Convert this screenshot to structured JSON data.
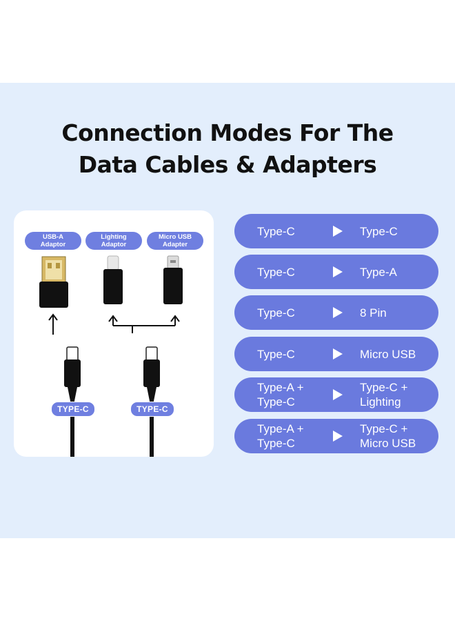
{
  "title": {
    "line1": "Connection Modes For The",
    "line2": "Data Cables & Adapters"
  },
  "adapters": [
    {
      "line1": "USB-A",
      "line2": "Adaptor"
    },
    {
      "line1": "Lighting",
      "line2": "Adaptor"
    },
    {
      "line1": "Micro USB",
      "line2": "Adapter"
    }
  ],
  "cable_labels": [
    "TYPE-C",
    "TYPE-C"
  ],
  "modes": [
    {
      "from": [
        "Type-C"
      ],
      "to": [
        "Type-C"
      ]
    },
    {
      "from": [
        "Type-C"
      ],
      "to": [
        "Type-A"
      ]
    },
    {
      "from": [
        "Type-C"
      ],
      "to": [
        "8 Pin"
      ]
    },
    {
      "from": [
        "Type-C"
      ],
      "to": [
        "Micro USB"
      ]
    },
    {
      "from": [
        "Type-A +",
        "Type-C"
      ],
      "to": [
        "Type-C +",
        "Lighting"
      ]
    },
    {
      "from": [
        "Type-A +",
        "Type-C"
      ],
      "to": [
        "Type-C +",
        "Micro USB"
      ]
    }
  ],
  "colors": {
    "band": "#e3eefc",
    "pill": "#6a7ade",
    "label_pill": "#6f7fe0"
  }
}
